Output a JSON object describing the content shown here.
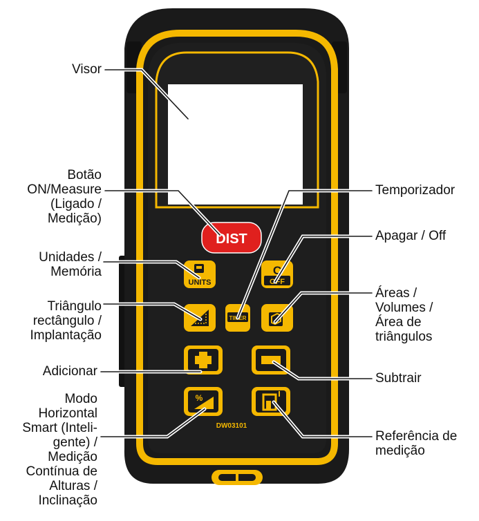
{
  "device": {
    "model": "DW03101",
    "body_color": "#1a1a1a",
    "accent_color": "#f5b800",
    "button_color": "#f5b800",
    "dist_button_color": "#e0201e",
    "screen_color": "#ffffff"
  },
  "buttons": {
    "dist": "DIST",
    "units": "UNITS",
    "clear_top": "C",
    "clear_bottom": "OFF",
    "timer": "TIMER",
    "percent": "%"
  },
  "callouts": {
    "visor": [
      "Visor"
    ],
    "on_measure": [
      "Botão",
      "ON/Measure",
      "(Ligado /",
      "Medição)"
    ],
    "units_memory": [
      "Unidades /",
      "Memória"
    ],
    "triangle": [
      "Triângulo",
      "rectângulo /",
      "Implantação"
    ],
    "add": [
      "Adicionar"
    ],
    "smart_mode": [
      "Modo",
      "Horizontal",
      "Smart (Inteli-",
      "gente) /",
      "Medição",
      "Contínua de",
      "Alturas /",
      "Inclinação"
    ],
    "timer": [
      "Temporizador"
    ],
    "off": [
      "Apagar / Off"
    ],
    "areas": [
      "Áreas /",
      "Volumes /",
      "Área de",
      "triângulos"
    ],
    "subtract": [
      "Subtrair"
    ],
    "reference": [
      "Referência de",
      "medição"
    ]
  }
}
